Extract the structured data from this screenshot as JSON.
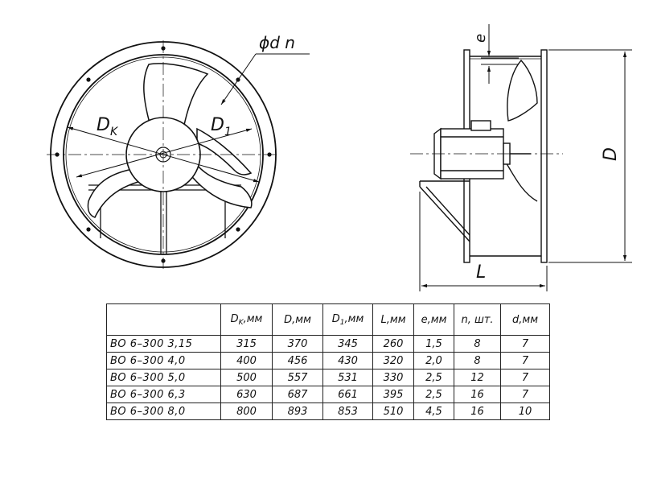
{
  "front_view": {
    "labels": {
      "dk_main": "D",
      "dk_sub": "K",
      "d1_main": "D",
      "d1_sub": "1",
      "hole": "ϕd n"
    }
  },
  "side_view": {
    "labels": {
      "e": "e",
      "D": "D",
      "L": "L"
    }
  },
  "table": {
    "headers": [
      {
        "main": "",
        "sub": "",
        "unit": ""
      },
      {
        "main": "D",
        "sub": "K",
        "unit": ",мм"
      },
      {
        "main": "D",
        "sub": "",
        "unit": ",мм"
      },
      {
        "main": "D",
        "sub": "1",
        "unit": ",мм"
      },
      {
        "main": "L",
        "sub": "",
        "unit": ",мм"
      },
      {
        "main": "e",
        "sub": "",
        "unit": ",мм"
      },
      {
        "main": "n",
        "sub": "",
        "unit": ", шт."
      },
      {
        "main": "d",
        "sub": "",
        "unit": ",мм"
      }
    ],
    "rows": [
      [
        "ВО 6–300 3,15",
        "315",
        "370",
        "345",
        "260",
        "1,5",
        "8",
        "7"
      ],
      [
        "ВО 6–300 4,0",
        "400",
        "456",
        "430",
        "320",
        "2,0",
        "8",
        "7"
      ],
      [
        "ВО 6–300 5,0",
        "500",
        "557",
        "531",
        "330",
        "2,5",
        "12",
        "7"
      ],
      [
        "ВО 6–300 6,3",
        "630",
        "687",
        "661",
        "395",
        "2,5",
        "16",
        "7"
      ],
      [
        "ВО 6–300 8,0",
        "800",
        "893",
        "853",
        "510",
        "4,5",
        "16",
        "10"
      ]
    ]
  }
}
